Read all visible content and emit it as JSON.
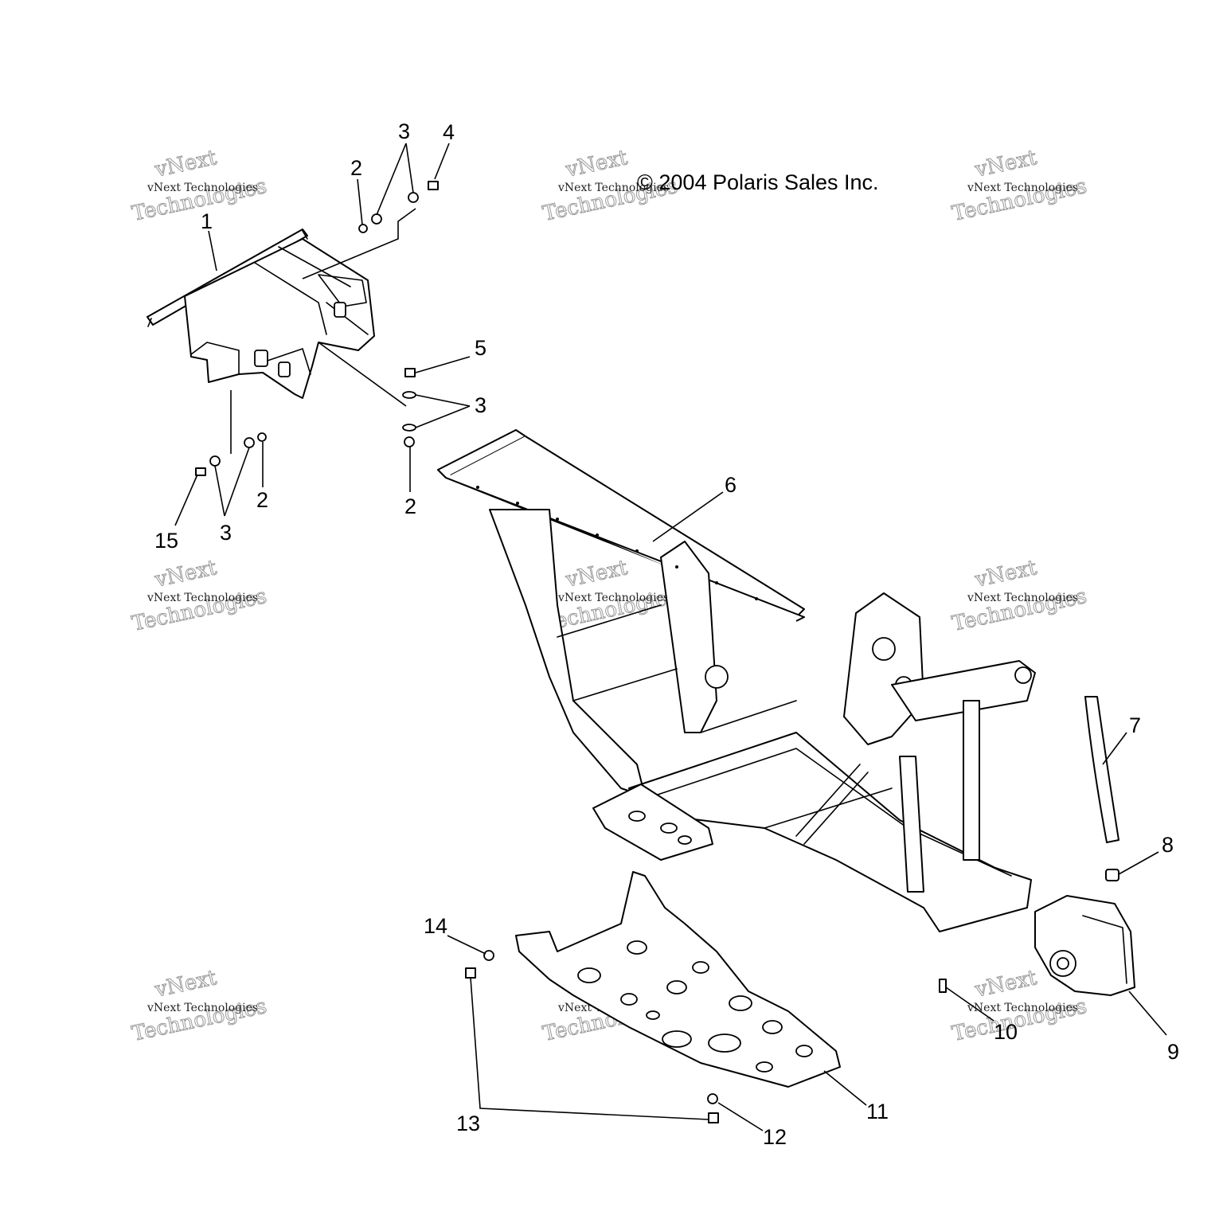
{
  "copyright": "© 2004 Polaris Sales Inc.",
  "watermark": {
    "line1": "vNext Technologies",
    "line2": "vNext",
    "line3": "Technologies"
  },
  "callouts": {
    "c1": "1",
    "c2a": "2",
    "c2b": "2",
    "c2c": "2",
    "c3a": "3",
    "c3b": "3",
    "c3c": "3",
    "c4": "4",
    "c5": "5",
    "c6": "6",
    "c7": "7",
    "c8": "8",
    "c9": "9",
    "c10": "10",
    "c11": "11",
    "c12": "12",
    "c13": "13",
    "c14": "14",
    "c15": "15"
  }
}
